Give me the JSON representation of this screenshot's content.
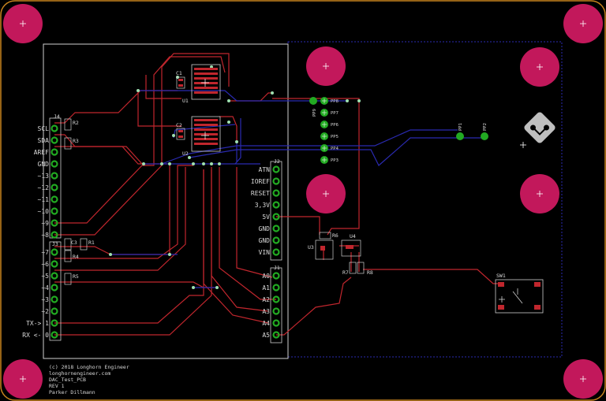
{
  "colors": {
    "background": "#000000",
    "outline": "#c8841e",
    "silkscreen": "#cfcfcf",
    "top_trace": "#c0262d",
    "bottom_trace": "#2a2ab0",
    "pad": "#22aa22",
    "via": "#9fe0b0",
    "hole": "#c2185b"
  },
  "headers": {
    "j4": {
      "ref": "J4",
      "pins": [
        "SCL",
        "SDA",
        "AREF",
        "GND",
        "~13",
        "~12",
        "~11",
        "~10",
        "~9",
        "~8"
      ]
    },
    "j3": {
      "ref": "J3",
      "pins": [
        "~7",
        "~6",
        "~5",
        "~4",
        "~3",
        "~2",
        "TX-> 1",
        "RX <- 0"
      ]
    },
    "j2": {
      "ref": "J2",
      "pins": [
        "ATN",
        "IOREF",
        "RESET",
        "3,3V",
        "5V",
        "GND",
        "GND",
        "VIN"
      ]
    },
    "j1": {
      "ref": "J1",
      "pins": [
        "A0",
        "A1",
        "A2",
        "A3",
        "A4",
        "A5"
      ]
    }
  },
  "parts": {
    "u1": "U1",
    "u2": "U2",
    "u3": "U3",
    "u4": "U4",
    "c1": "C1",
    "c2": "C2",
    "c3": "C3",
    "r1": "R1",
    "r2": "R2",
    "r3": "R3",
    "r4": "R4",
    "r5": "R5",
    "r6": "R6",
    "r7": "R7",
    "r8": "R8",
    "sw1": "SW1"
  },
  "test_points": [
    "PP8",
    "PP7",
    "PP6",
    "PP5",
    "PP4",
    "PP3"
  ],
  "test_point_pp9": "PP9",
  "test_points_right": [
    "PP1",
    "PP2"
  ],
  "silk_notes": [
    "(c) 2018 Longhorn Engineer",
    "longhornengineer.com",
    "DAC_Test_PCB",
    "REV 1",
    "Parker Dillmann"
  ],
  "icon_logo": "pcb-logo-icon"
}
